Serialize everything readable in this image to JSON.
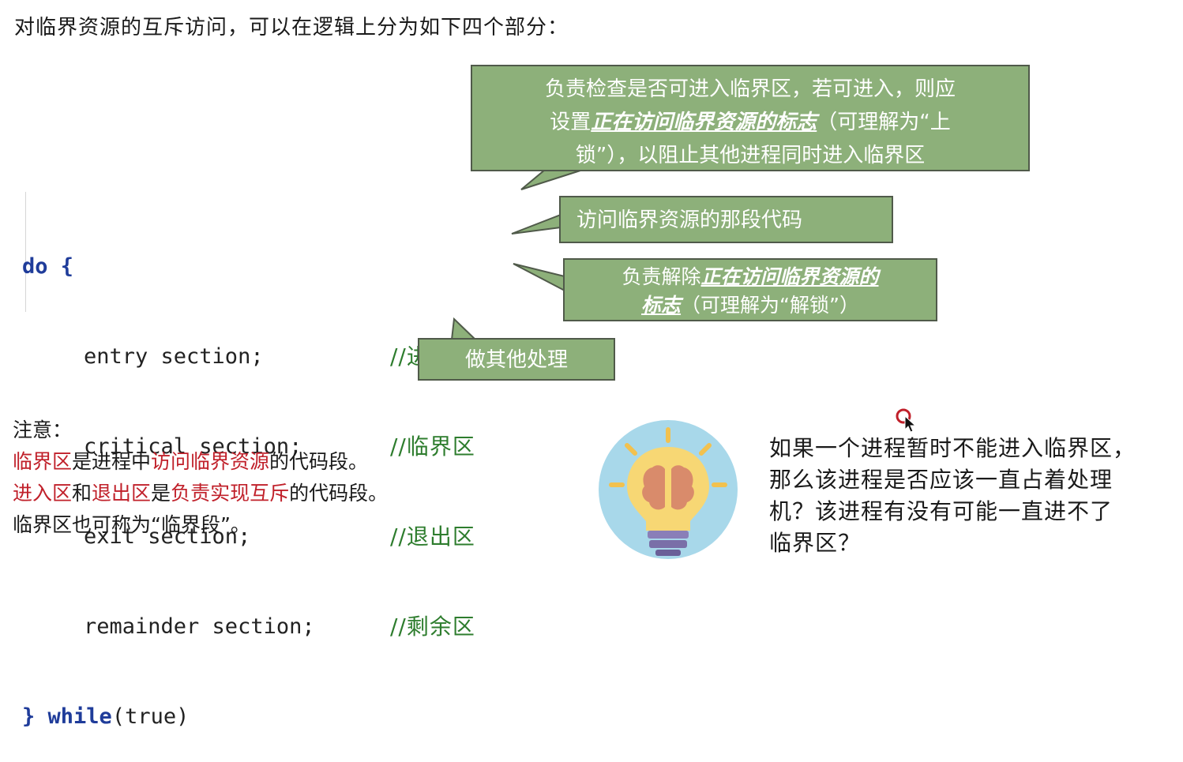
{
  "title": "对临界资源的互斥访问，可以在逻辑上分为如下四个部分：",
  "code": {
    "do_open": "do {",
    "lines": [
      {
        "code": "entry section;",
        "comment": "//进入区"
      },
      {
        "code": "critical section;",
        "comment": "//临界区"
      },
      {
        "code": "exit section;",
        "comment": "//退出区"
      },
      {
        "code": "remainder section;",
        "comment": "//剩余区"
      }
    ],
    "close_brace": "}",
    "while_kw": "while",
    "while_cond": "(true)"
  },
  "callouts": {
    "entry": {
      "line1": "负责检查是否可进入临界区，若可进入，则应",
      "pre": "设置",
      "emph": "正在访问临界资源的标志",
      "post": "（可理解为“上",
      "line3": "锁”），以阻止其他进程同时进入临界区"
    },
    "critical": {
      "text": "访问临界资源的那段代码"
    },
    "exit": {
      "pre": "负责解除",
      "emph1": "正在访问临界资源的",
      "emph2": "标志",
      "post": "（可理解为“解锁”）"
    },
    "remainder": {
      "text": "做其他处理"
    }
  },
  "note": {
    "heading": "注意：",
    "l1_a": "临界区",
    "l1_b": "是进程中",
    "l1_c": "访问临界资源",
    "l1_d": "的代码段。",
    "l2_a": "进入区",
    "l2_b": "和",
    "l2_c": "退出区",
    "l2_d": "是",
    "l2_e": "负责实现互斥",
    "l2_f": "的代码段。",
    "l3": "临界区也可称为“临界段”。"
  },
  "question": {
    "lines": [
      "如果一个进程暂时不能进入临界区，",
      "那么该进程是否应该一直占着处理",
      "机？该进程有没有可能一直进不了",
      "临界区？"
    ]
  },
  "colors": {
    "callout_bg": "#8db07a",
    "comment": "#2e7d2e",
    "keyword": "#1f3c9a",
    "highlight": "#c0202a"
  }
}
